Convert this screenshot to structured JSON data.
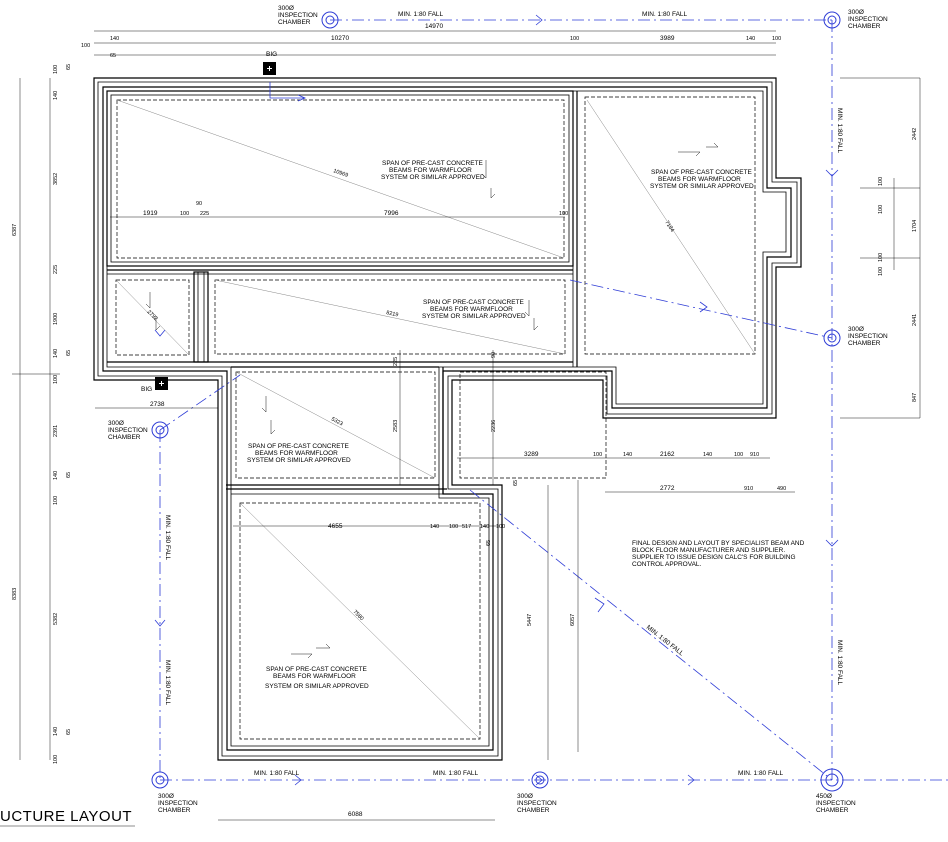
{
  "title": "UCTURE LAYOUT",
  "chambers": {
    "c_tl": {
      "size": "300Ø",
      "label1": "INSPECTION",
      "label2": "CHAMBER"
    },
    "c_tr": {
      "size": "300Ø",
      "label1": "INSPECTION",
      "label2": "CHAMBER"
    },
    "c_mr": {
      "size": "300Ø",
      "label1": "INSPECTION",
      "label2": "CHAMBER"
    },
    "c_ml": {
      "size": "300Ø",
      "label1": "INSPECTION",
      "label2": "CHAMBER"
    },
    "c_bl": {
      "size": "300Ø",
      "label1": "INSPECTION",
      "label2": "CHAMBER"
    },
    "c_bm": {
      "size": "300Ø",
      "label1": "INSPECTION",
      "label2": "CHAMBER"
    },
    "c_br": {
      "size": "450Ø",
      "label1": "INSPECTION",
      "label2": "CHAMBER"
    }
  },
  "fall_labels": {
    "top_left": "MIN. 1:80 FALL",
    "top_right": "MIN. 1:80 FALL",
    "right_upper": "MIN. 1:80 FALL",
    "right_lower": "MIN. 1:80 FALL",
    "left_upper": "MIN. 1:80 FALL",
    "left_lower": "MIN. 1:80 FALL",
    "bottom_1": "MIN. 1:80 FALL",
    "bottom_2": "MIN. 1:80 FALL",
    "bottom_3": "MIN. 1:80 FALL",
    "diagonal": "MIN. 1:80 FALL"
  },
  "big_labels": {
    "top": "BIG",
    "mid": "BIG"
  },
  "spans": {
    "line1": "SPAN OF PRE-CAST CONCRETE",
    "line2": "BEAMS FOR WARMFLOOR",
    "line3": "SYSTEM OR SIMILAR APPROVED"
  },
  "note": {
    "l1": "FINAL DESIGN AND LAYOUT BY SPECIALIST BEAM AND",
    "l2": "BLOCK FLOOR MANUFACTURER AND SUPPLIER.",
    "l3": "SUPPLIER TO ISSUE DESIGN CALC'S FOR BUILDING",
    "l4": "CONTROL APPROVAL."
  },
  "dims": {
    "top_overall": "14970",
    "top_10270": "10270",
    "top_3989": "3989",
    "top_140a": "140",
    "top_100a": "100",
    "top_65": "65",
    "top_100b": "100",
    "top_140b": "140",
    "top_100c": "100",
    "r1_1919": "1919",
    "r1_100": "100",
    "r1_225": "225",
    "r1_7996": "7996",
    "r1_100b": "100",
    "r1_90": "90",
    "diag_10969": "10969",
    "diag_7184": "7184",
    "diag_8219": "8219",
    "diag_2792": "2792",
    "diag_5323": "5323",
    "diag_7580": "7580",
    "left_6387": "6387",
    "left_3852": "3852",
    "left_1900": "1900",
    "left_2391": "2391",
    "left_8383": "8383",
    "left_5382": "5382",
    "left_140a": "140",
    "left_65a": "65",
    "left_100a": "100",
    "left_225": "225",
    "left_140b": "140",
    "left_65b": "65",
    "left_100b": "100",
    "left_140c": "140",
    "left_65c": "65",
    "left_100c": "100",
    "left_140d": "140",
    "left_100d": "100",
    "left_65d": "65",
    "mid_2738": "2738",
    "mid_2583": "2583",
    "mid_2236": "2236",
    "mid_225": "225",
    "mid_90": "90",
    "mid_3289": "3289",
    "mid_100": "100",
    "mid_140": "140",
    "mid_2162": "2162",
    "mid_140b": "140",
    "mid_100b": "100",
    "mid_910": "910",
    "mid_2772": "2772",
    "mid_910b": "910",
    "mid_490": "490",
    "low_4655": "4655",
    "low_140": "140",
    "low_100": "100",
    "low_517": "517",
    "low_140b": "140",
    "low_100b": "100",
    "low_5447": "5447",
    "low_6057": "6057",
    "low_6088": "6088",
    "low_65": "65",
    "low_65b": "65",
    "right_2442": "2442",
    "right_1704": "1704",
    "right_2441": "2441",
    "right_847": "847",
    "right_100a": "100",
    "right_100b": "100",
    "right_100c": "100",
    "right_100d": "100"
  }
}
